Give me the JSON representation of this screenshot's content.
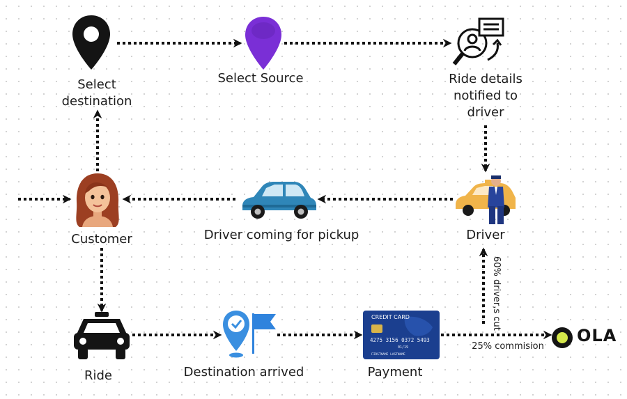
{
  "nodes": {
    "select_destination": "Select destination",
    "select_source": "Select Source",
    "ride_details": "Ride details notified to driver",
    "customer": "Customer",
    "driver_coming": "Driver coming for pickup",
    "driver": "Driver",
    "ride": "Ride",
    "destination_arrived": "Destination arrived",
    "payment": "Payment"
  },
  "edges": {
    "driver_cut": "60% driver,s cut",
    "commission": "25% commision"
  },
  "card": {
    "title": "CREDIT CARD",
    "number": "4275 3156 0372 5493",
    "expiry": "01/19",
    "holder": "FIRSTNAME LASTNAME"
  },
  "logo": {
    "text": "OLA"
  },
  "colors": {
    "source_pin": "#7a2fd6",
    "dest_pin": "#141414",
    "arrived_pin": "#3a8fe0",
    "flag": "#2f83dd",
    "car_blue": "#2f86b8",
    "card_blue": "#1b3f8f",
    "taxi": "#f0b44a"
  },
  "icons": [
    "map-pin-icon",
    "profile-search-icon",
    "customer-avatar-icon",
    "blue-car-icon",
    "driver-with-taxi-icon",
    "black-taxi-icon",
    "check-pin-icon",
    "flag-icon",
    "credit-card-icon",
    "ola-logo-icon"
  ]
}
